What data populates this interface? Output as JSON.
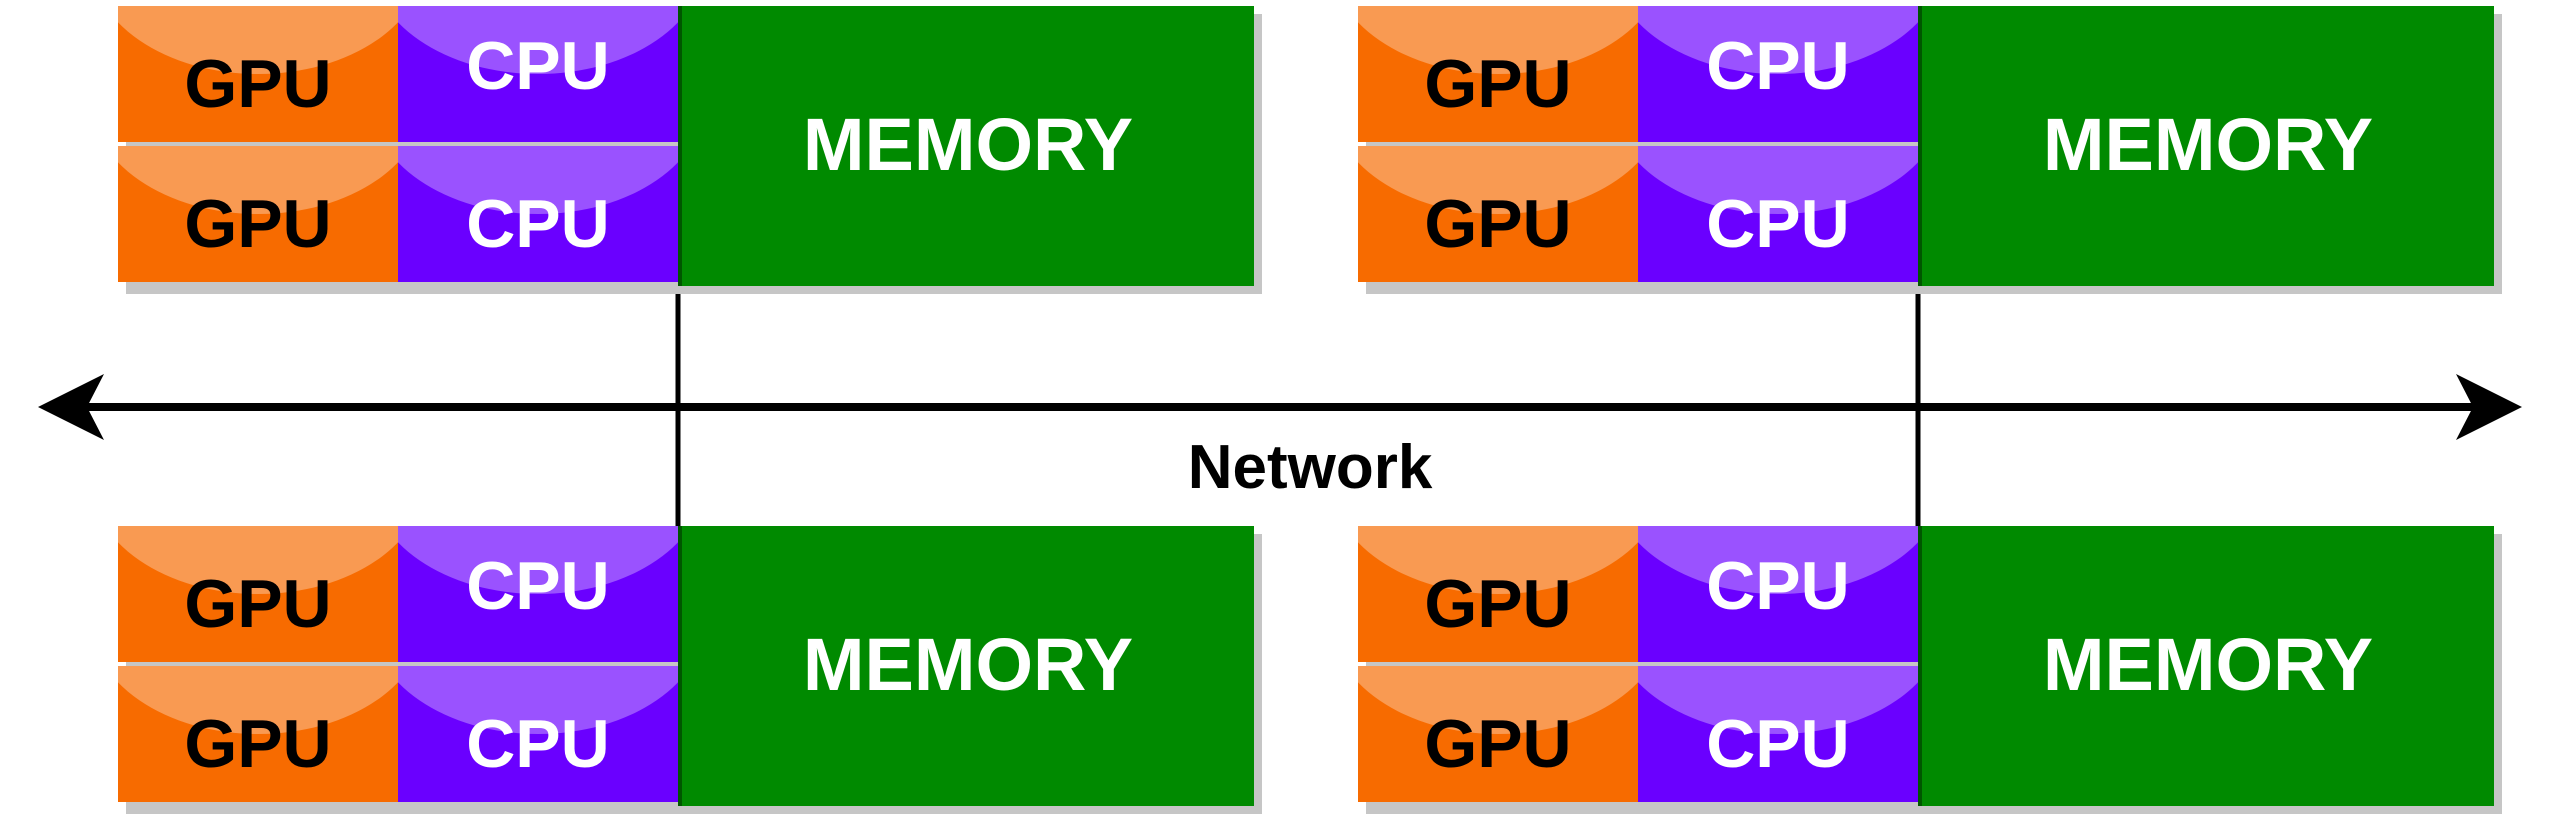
{
  "nodes": [
    {
      "gpu": [
        "GPU",
        "GPU"
      ],
      "cpu": [
        "CPU",
        "CPU"
      ],
      "memory": "MEMORY"
    },
    {
      "gpu": [
        "GPU",
        "GPU"
      ],
      "cpu": [
        "CPU",
        "CPU"
      ],
      "memory": "MEMORY"
    },
    {
      "gpu": [
        "GPU",
        "GPU"
      ],
      "cpu": [
        "CPU",
        "CPU"
      ],
      "memory": "MEMORY"
    },
    {
      "gpu": [
        "GPU",
        "GPU"
      ],
      "cpu": [
        "CPU",
        "CPU"
      ],
      "memory": "MEMORY"
    }
  ],
  "network": {
    "label": "Network"
  },
  "colors": {
    "gpu": "#f76b00",
    "cpu": "#6a00ff",
    "memory": "#008a00",
    "line": "#000000"
  }
}
